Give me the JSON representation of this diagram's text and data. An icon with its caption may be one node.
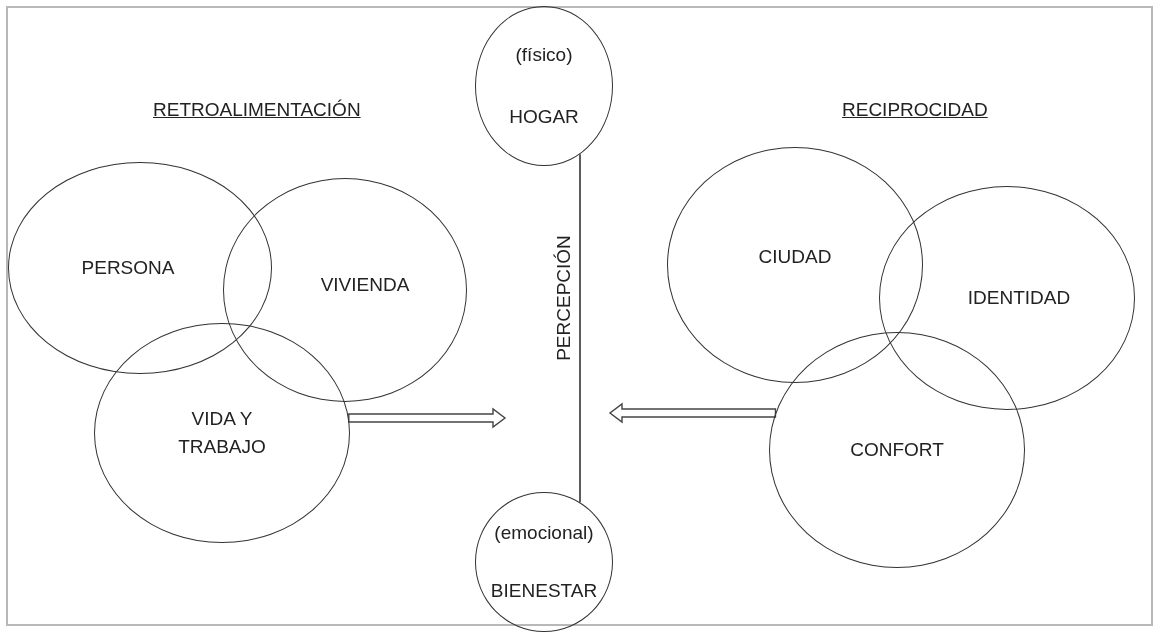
{
  "diagram": {
    "nodes": [
      {
        "text": [
          "PERSONA"
        ]
      },
      {
        "text": [
          "VIVIENDA"
        ]
      },
      {
        "text": [
          "VIDA Y TRABAJO"
        ]
      },
      {
        "text": [
          "(físico)",
          "HOGAR"
        ]
      },
      {
        "text": [
          "(emocional)",
          "BIENESTAR"
        ]
      },
      {
        "text": [
          "CIUDAD"
        ]
      },
      {
        "text": [
          "IDENTIDAD"
        ]
      },
      {
        "text": [
          "CONFORT"
        ]
      }
    ],
    "edges": [
      {
        "from": 3,
        "to": 4,
        "arrow": "none",
        "label": "PERCEPCIÓN"
      },
      {
        "from": 2,
        "to": null,
        "arrow": "to"
      },
      {
        "from": 7,
        "to": null,
        "arrow": "to"
      }
    ],
    "labels": [
      "RETROALIMENTACIÓN",
      "RECIPROCIDAD"
    ]
  }
}
